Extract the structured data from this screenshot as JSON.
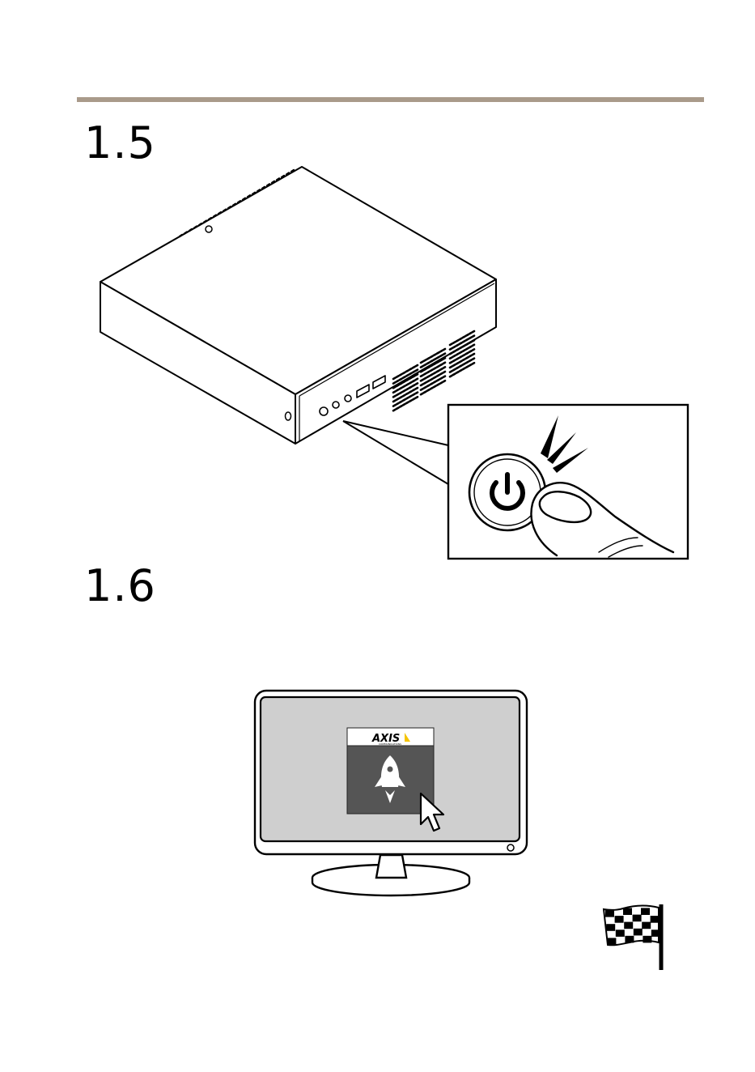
{
  "page": {
    "divider_color": "#a99a8a"
  },
  "steps": [
    {
      "number": "1.5",
      "illustration": "press-power-button-on-box-device"
    },
    {
      "number": "1.6",
      "illustration": "launch-app-on-monitor"
    }
  ],
  "monitor": {
    "app_tile": {
      "brand": "AXIS",
      "brand_sub": "COMMUNICATIONS",
      "icon": "rocket-icon",
      "tile_color": "#555555"
    },
    "cursor_icon": "cursor-arrow-icon"
  },
  "finish_icon": "checkered-flag-icon"
}
